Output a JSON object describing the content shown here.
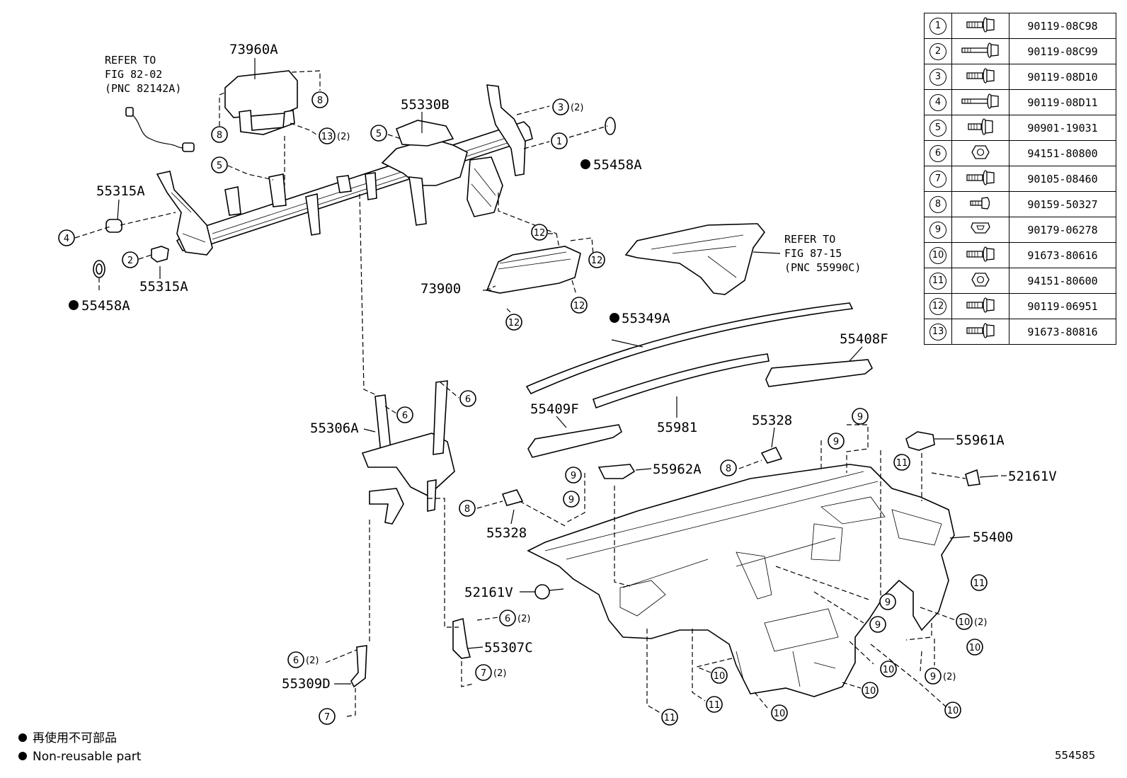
{
  "legend": [
    {
      "no": "1",
      "part": "90119-08C98",
      "icon": "flange-bolt-icon"
    },
    {
      "no": "2",
      "part": "90119-08C99",
      "icon": "long-bolt-icon"
    },
    {
      "no": "3",
      "part": "90119-08D10",
      "icon": "flange-bolt-icon"
    },
    {
      "no": "4",
      "part": "90119-08D11",
      "icon": "long-bolt-icon"
    },
    {
      "no": "5",
      "part": "90901-19031",
      "icon": "short-bolt-icon"
    },
    {
      "no": "6",
      "part": "94151-80800",
      "icon": "nut-icon"
    },
    {
      "no": "7",
      "part": "90105-08460",
      "icon": "flange-bolt-icon"
    },
    {
      "no": "8",
      "part": "90159-50327",
      "icon": "screw-icon"
    },
    {
      "no": "9",
      "part": "90179-06278",
      "icon": "clip-nut-icon"
    },
    {
      "no": "10",
      "part": "91673-80616",
      "icon": "flange-bolt-icon"
    },
    {
      "no": "11",
      "part": "94151-80600",
      "icon": "nut-icon"
    },
    {
      "no": "12",
      "part": "90119-06951",
      "icon": "flange-bolt-icon"
    },
    {
      "no": "13",
      "part": "91673-80816",
      "icon": "flange-bolt-icon"
    }
  ],
  "labels": {
    "p73960A": "73960A",
    "p55330B": "55330B",
    "p55458A_top": "55458A",
    "p55315A_left": "55315A",
    "p55315A_right": "55315A",
    "p55458A_left": "55458A",
    "p73900": "73900",
    "p55349A": "55349A",
    "p55408F": "55408F",
    "p55409F": "55409F",
    "p55981": "55981",
    "p55328_top": "55328",
    "p55961A": "55961A",
    "p55962A": "55962A",
    "p52161V_right": "52161V",
    "p55306A": "55306A",
    "p55328_bottom": "55328",
    "p55400": "55400",
    "p52161V_left": "52161V",
    "p55307C": "55307C",
    "p55309D": "55309D"
  },
  "refer_notes": {
    "left": {
      "line1": "REFER TO",
      "line2": "FIG 82-02",
      "line3": "(PNC 82142A)"
    },
    "right": {
      "line1": "REFER TO",
      "line2": "FIG 87-15",
      "line3": "(PNC 55990C)"
    }
  },
  "quantity_marks": {
    "two": "(2)"
  },
  "footnotes": {
    "japanese": "再使用不可部品",
    "english": "Non-reusable part"
  },
  "figure_id": "554585"
}
